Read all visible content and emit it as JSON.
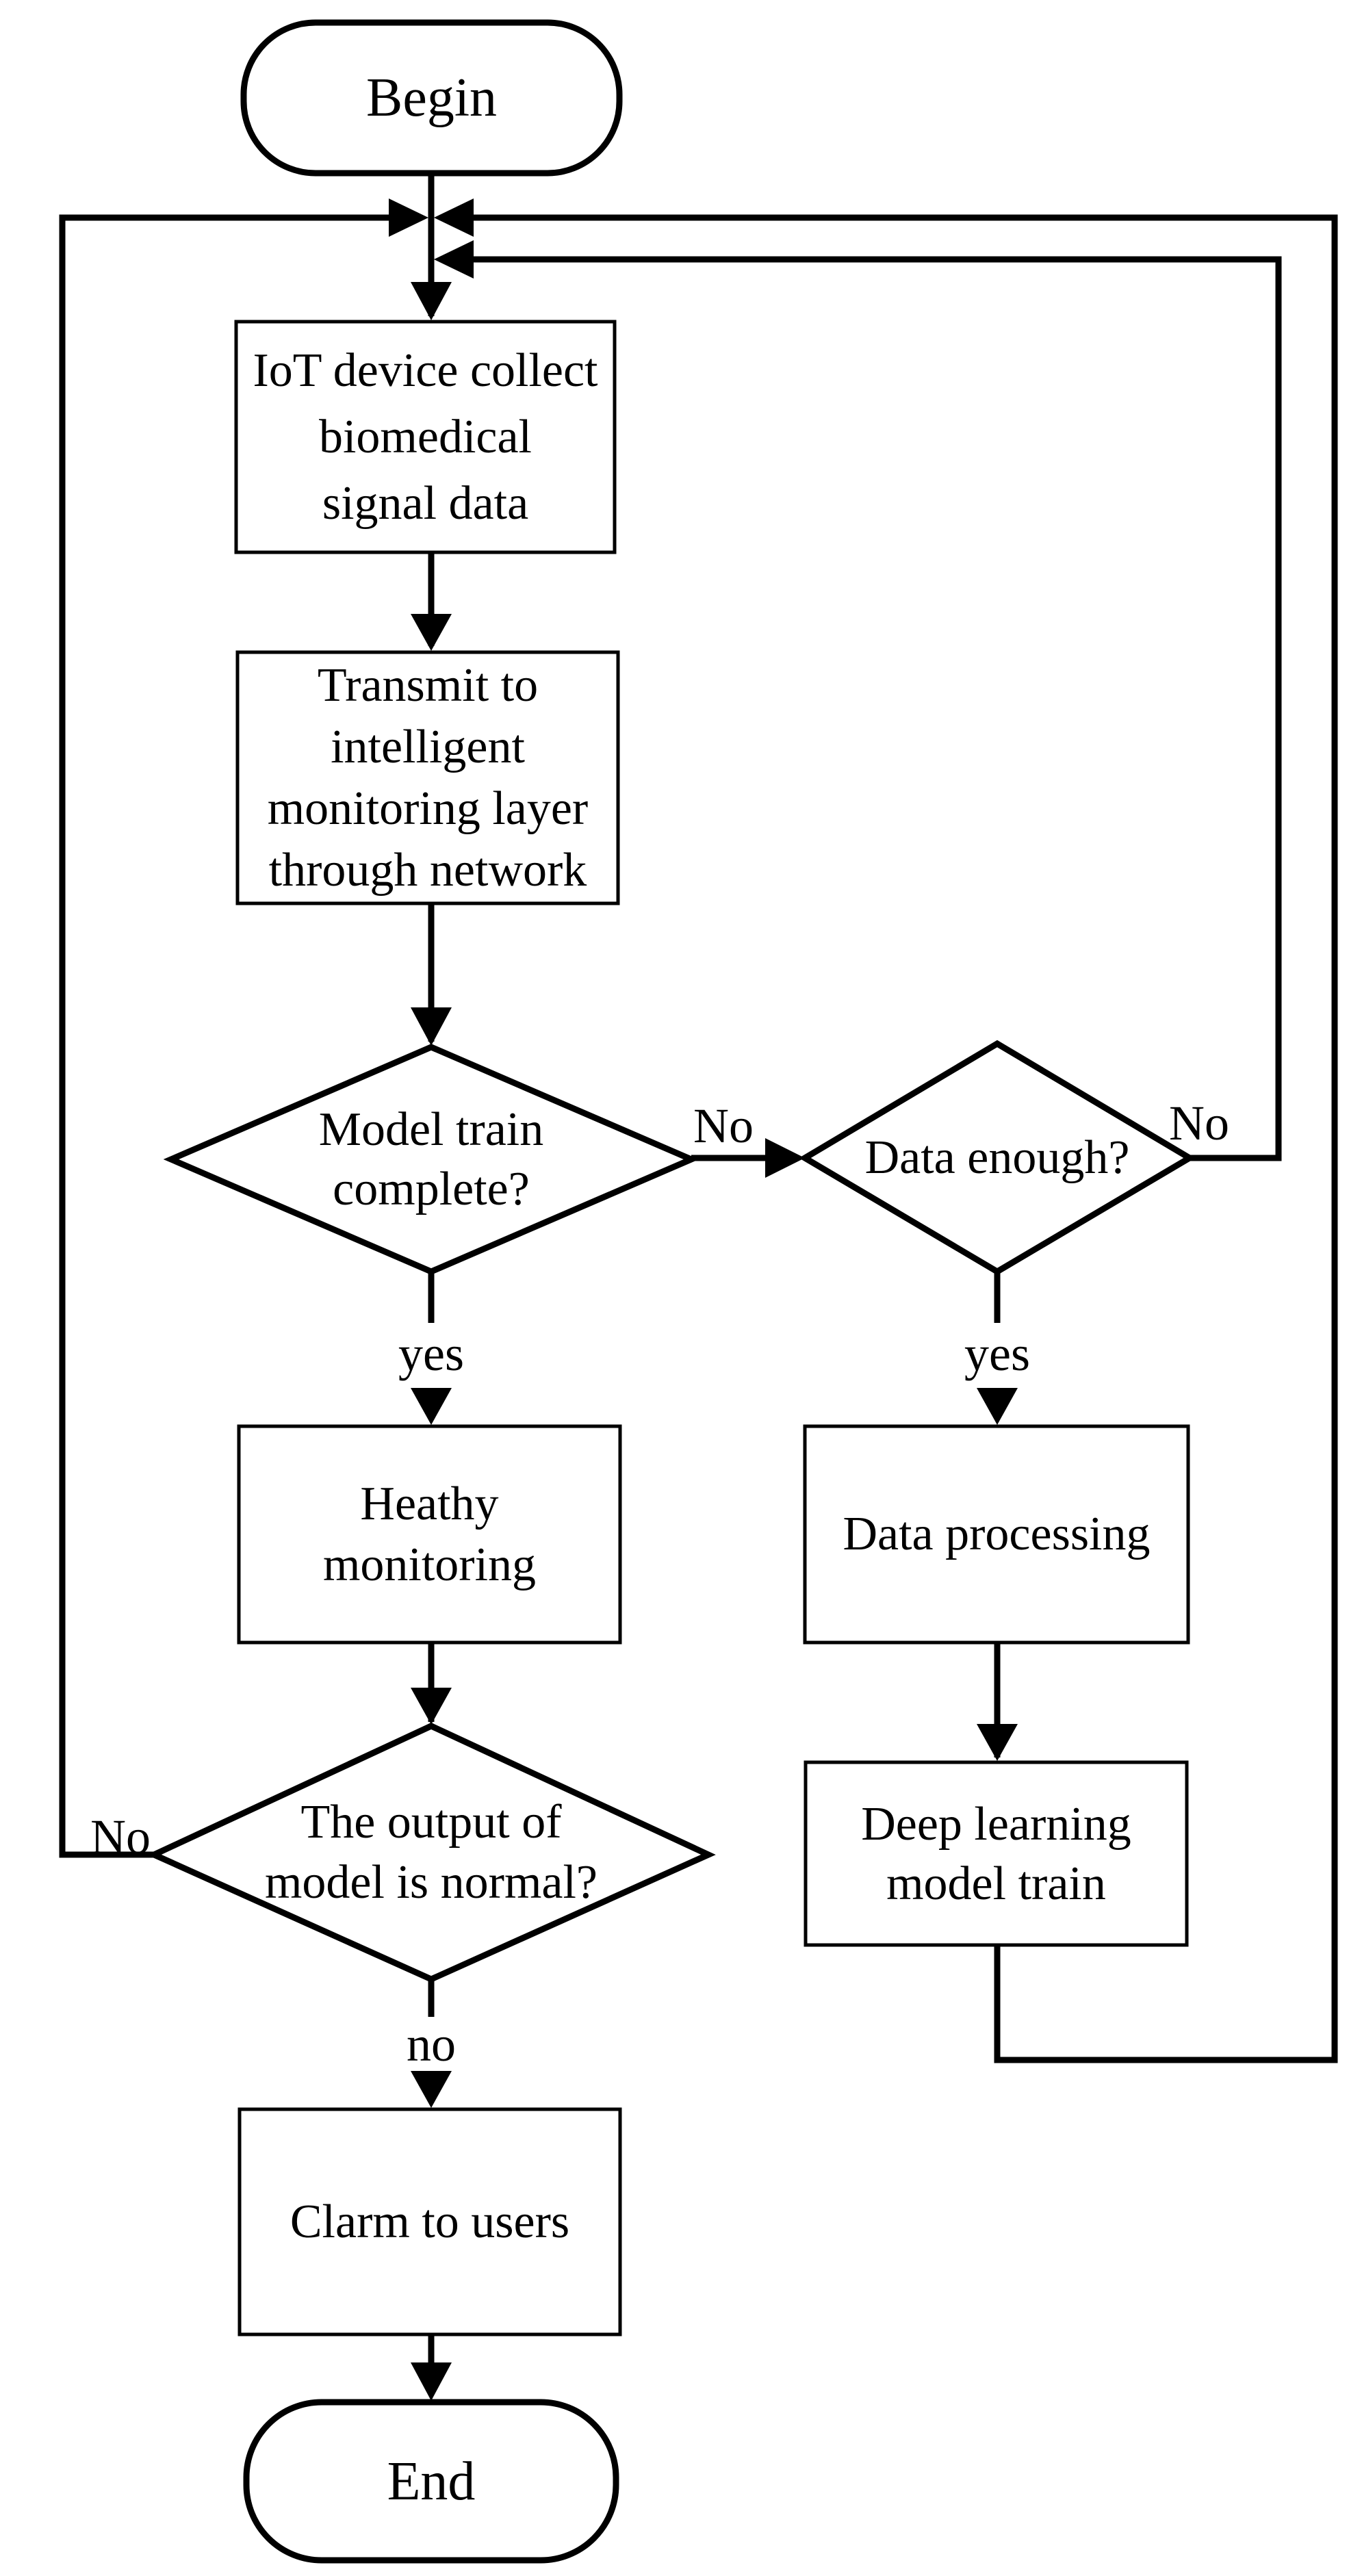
{
  "diagram": {
    "nodes": {
      "begin": {
        "label": "Begin"
      },
      "collect": {
        "lines": [
          "IoT device collect",
          "biomedical",
          "signal data"
        ]
      },
      "transmit": {
        "lines": [
          "Transmit to",
          "intelligent",
          "monitoring layer",
          "through network"
        ]
      },
      "model_train_complete": {
        "lines": [
          "Model train",
          "complete?"
        ]
      },
      "data_enough": {
        "label": "Data enough?"
      },
      "healthy_monitoring": {
        "lines": [
          "Heathy",
          "monitoring"
        ]
      },
      "data_processing": {
        "label": "Data processing"
      },
      "deep_learning": {
        "lines": [
          "Deep learning",
          "model train"
        ]
      },
      "output_normal": {
        "lines": [
          "The output of",
          "model is normal?"
        ]
      },
      "alarm_users": {
        "label": "Clarm to users"
      },
      "end": {
        "label": "End"
      }
    },
    "edge_labels": {
      "model_train_no": "No",
      "data_enough_no": "No",
      "output_normal_no": "No",
      "model_train_yes": "yes",
      "data_enough_yes": "yes",
      "output_normal_down": "no"
    },
    "colors": {
      "line": "#000000",
      "background": "#ffffff",
      "text": "#000000"
    }
  }
}
